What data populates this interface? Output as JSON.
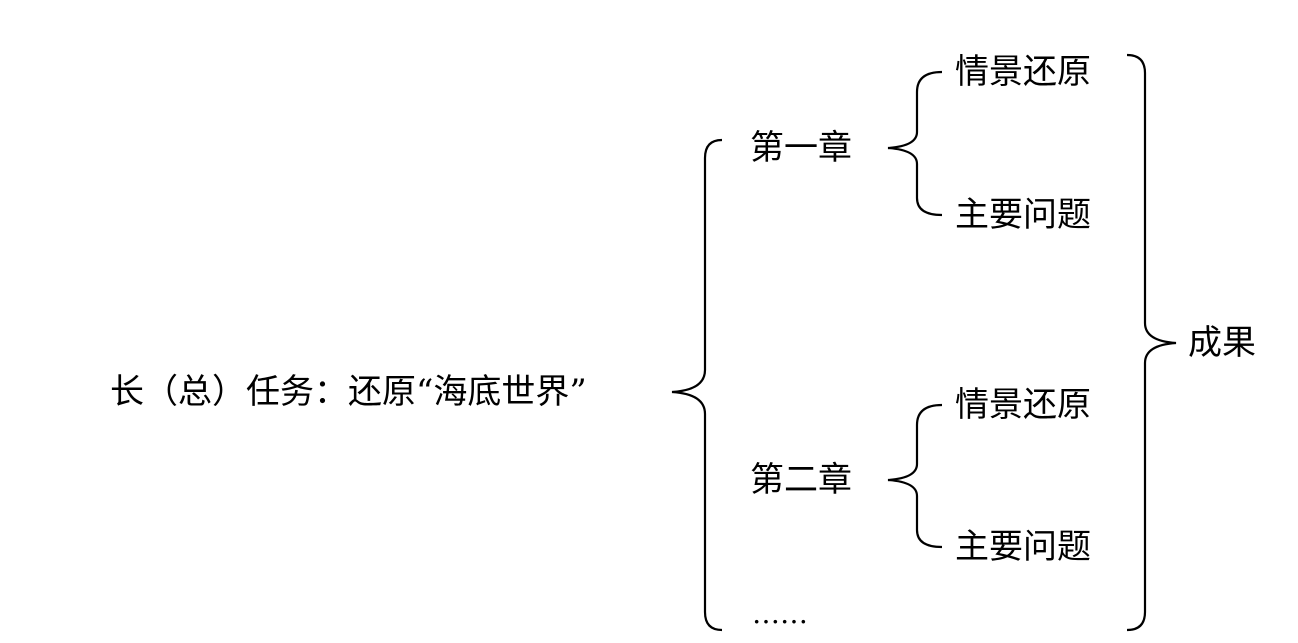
{
  "root": {
    "label": "长（总）任务：还原“海底世界”"
  },
  "chapters": [
    {
      "label": "第一章",
      "items": [
        "情景还原",
        "主要问题"
      ]
    },
    {
      "label": "第二章",
      "items": [
        "情景还原",
        "主要问题"
      ]
    }
  ],
  "ellipsis": "……",
  "result": {
    "label": "成果"
  }
}
